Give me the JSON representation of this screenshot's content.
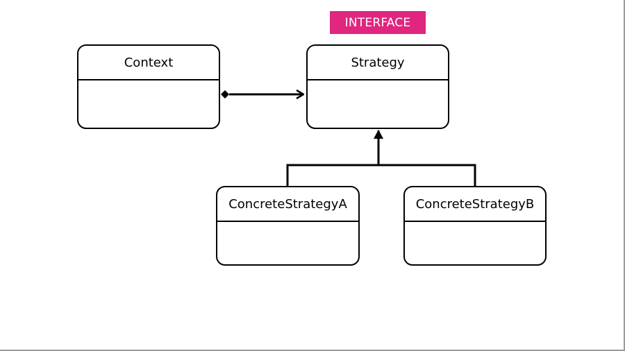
{
  "diagram": {
    "stereotype_label": "INTERFACE",
    "accent_color": "#e0267f",
    "classes": {
      "context": {
        "name": "Context"
      },
      "strategy": {
        "name": "Strategy"
      },
      "concrete_a": {
        "name": "ConcreteStrategyA"
      },
      "concrete_b": {
        "name": "ConcreteStrategyB"
      }
    }
  }
}
